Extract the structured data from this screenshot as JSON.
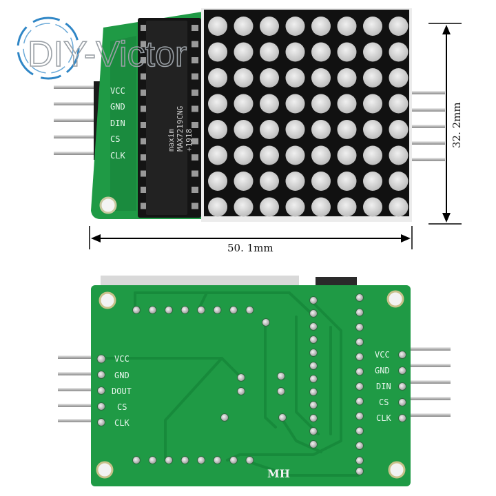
{
  "watermark": {
    "text": "DIY-Victor"
  },
  "front_board": {
    "pin_labels": [
      "VCC",
      "GND",
      "DIN",
      "CS",
      "CLK"
    ],
    "chip_marking_1": "maxim",
    "chip_marking_2": "MAX7219CNG",
    "chip_marking_3": "+1918",
    "led_matrix": {
      "rows": 8,
      "cols": 8
    },
    "width_label": "50. 1mm",
    "height_label": "32. 2mm"
  },
  "back_board": {
    "input_pin_labels": [
      "VCC",
      "GND",
      "DOUT",
      "CS",
      "CLK"
    ],
    "output_pin_labels": [
      "VCC",
      "GND",
      "DIN",
      "CS",
      "CLK"
    ],
    "maker_mark": "MH"
  },
  "colors": {
    "pcb_green": "#1f9a45",
    "pcb_dark": "#15803a",
    "matrix_body": "#111111",
    "led_off": "#d8d8d8",
    "pin_silver": "#bdbdbd"
  }
}
